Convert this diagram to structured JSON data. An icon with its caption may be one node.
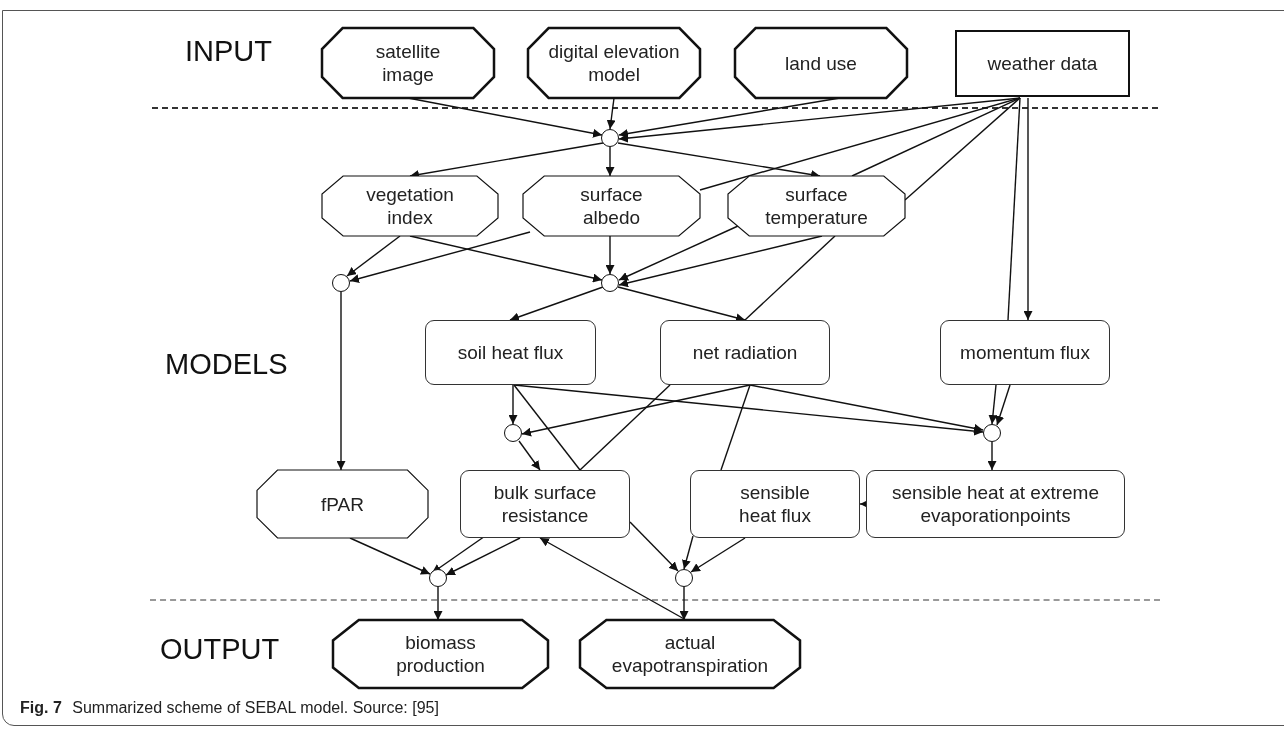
{
  "diagram": {
    "caption": "**Fig. 7** Summarized scheme of SEBAL model. Source: [95]",
    "nodes": [
      {
        "text": [
          "satellite image"
        ]
      },
      {
        "text": [
          "digital elevation model"
        ]
      },
      {
        "text": [
          "land use"
        ]
      },
      {
        "text": [
          "weather data"
        ]
      },
      {
        "text": [],
        "shape": "circle"
      },
      {
        "text": [
          "vegetation index"
        ]
      },
      {
        "text": [
          "surface albedo"
        ]
      },
      {
        "text": [
          "surface temperature"
        ]
      },
      {
        "text": [],
        "shape": "circle"
      },
      {
        "text": [],
        "shape": "circle"
      },
      {
        "text": [
          "soil heat flux"
        ]
      },
      {
        "text": [
          "net radiation"
        ]
      },
      {
        "text": [
          "momentum flux"
        ]
      },
      {
        "text": [],
        "shape": "circle"
      },
      {
        "text": [],
        "shape": "circle"
      },
      {
        "text": [
          "fPAR"
        ]
      },
      {
        "text": [
          "bulk surface resistance"
        ]
      },
      {
        "text": [
          "sensible heat flux"
        ]
      },
      {
        "text": [
          "sensible heat at extreme evaporationpoints"
        ]
      },
      {
        "text": [],
        "shape": "circle"
      },
      {
        "text": [],
        "shape": "circle"
      },
      {
        "text": [
          "biomass production"
        ]
      },
      {
        "text": [
          "actual evapotranspiration"
        ]
      }
    ],
    "edges": [
      {
        "from": 0,
        "to": 4,
        "arrow": "to"
      },
      {
        "from": 1,
        "to": 4,
        "arrow": "to"
      },
      {
        "from": 2,
        "to": 4,
        "arrow": "to"
      },
      {
        "from": 3,
        "to": 4,
        "arrow": "to"
      },
      {
        "from": 4,
        "to": 5,
        "arrow": "to"
      },
      {
        "from": 4,
        "to": 6,
        "arrow": "to"
      },
      {
        "from": 4,
        "to": 7,
        "arrow": "to"
      },
      {
        "from": 3,
        "to": 6,
        "arrow": "none"
      },
      {
        "from": 3,
        "to": 7,
        "arrow": "none"
      },
      {
        "from": 3,
        "to": 7,
        "arrow": "none"
      },
      {
        "from": 3,
        "to": 12,
        "arrow": "to"
      },
      {
        "from": 3,
        "to": 12,
        "arrow": "none"
      },
      {
        "from": 5,
        "to": 8,
        "arrow": "to"
      },
      {
        "from": 6,
        "to": 8,
        "arrow": "to"
      },
      {
        "from": 5,
        "to": 9,
        "arrow": "to"
      },
      {
        "from": 6,
        "to": 9,
        "arrow": "to"
      },
      {
        "from": 7,
        "to": 9,
        "arrow": "to"
      },
      {
        "from": 7,
        "to": 9,
        "arrow": "to"
      },
      {
        "from": 7,
        "to": 11,
        "arrow": "none"
      },
      {
        "from": 8,
        "to": 15,
        "arrow": "to"
      },
      {
        "from": 9,
        "to": 10,
        "arrow": "to"
      },
      {
        "from": 9,
        "to": 11,
        "arrow": "to"
      },
      {
        "from": 10,
        "to": 13,
        "arrow": "to"
      },
      {
        "from": 10,
        "to": 14,
        "arrow": "to"
      },
      {
        "from": 10,
        "to": 16,
        "arrow": "none"
      },
      {
        "from": 11,
        "to": 13,
        "arrow": "to"
      },
      {
        "from": 11,
        "to": 14,
        "arrow": "to"
      },
      {
        "from": 11,
        "to": 16,
        "arrow": "none"
      },
      {
        "from": 11,
        "to": 17,
        "arrow": "none"
      },
      {
        "from": 12,
        "to": 14,
        "arrow": "to"
      },
      {
        "from": 12,
        "to": 14,
        "arrow": "to"
      },
      {
        "from": 13,
        "to": 16,
        "arrow": "to"
      },
      {
        "from": 14,
        "to": 18,
        "arrow": "to"
      },
      {
        "from": 18,
        "to": 17,
        "arrow": "to"
      },
      {
        "from": 15,
        "to": 19,
        "arrow": "to"
      },
      {
        "from": 16,
        "to": 19,
        "arrow": "to"
      },
      {
        "from": 16,
        "to": 19,
        "arrow": "to"
      },
      {
        "from": 16,
        "to": 20,
        "arrow": "to"
      },
      {
        "from": 17,
        "to": 20,
        "arrow": "to"
      },
      {
        "from": 17,
        "to": 20,
        "arrow": "to"
      },
      {
        "from": 22,
        "to": 16,
        "arrow": "to"
      },
      {
        "from": 19,
        "to": 21,
        "arrow": "to"
      },
      {
        "from": 20,
        "to": 22,
        "arrow": "to"
      }
    ],
    "labels": [
      "INPUT",
      "MODELS",
      "OUTPUT"
    ]
  }
}
